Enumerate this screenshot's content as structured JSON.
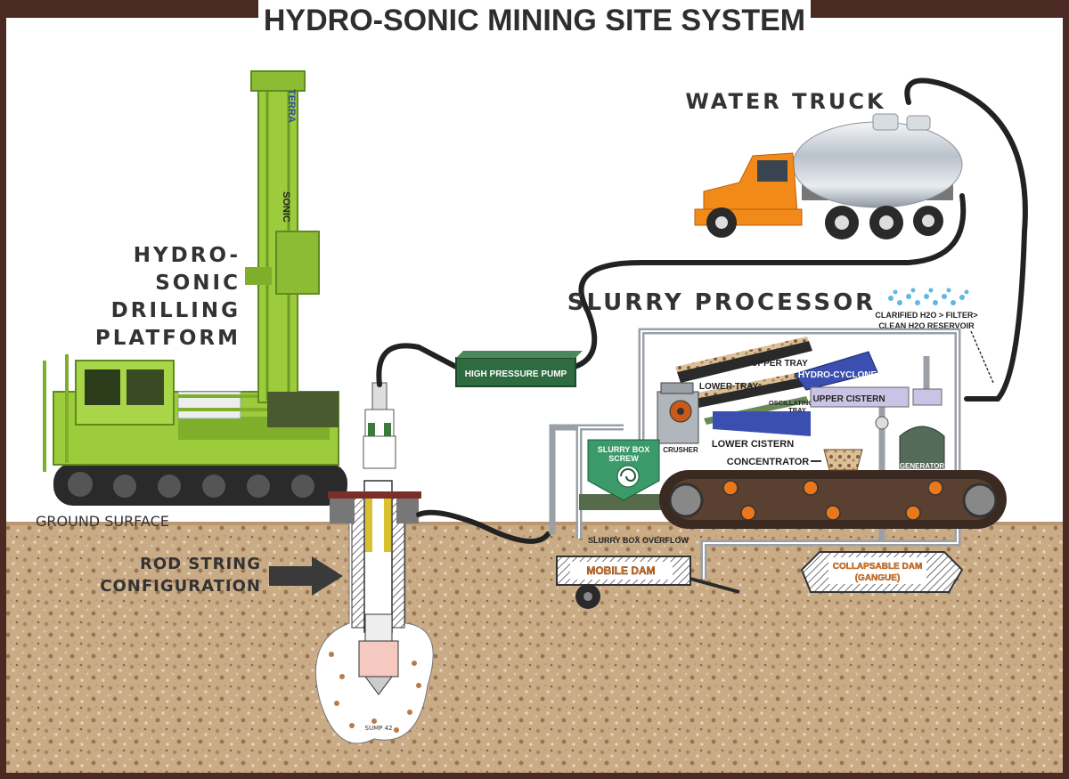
{
  "title": "HYDRO-SONIC MINING SITE SYSTEM",
  "labels": {
    "water_truck": "WATER TRUCK",
    "drilling_platform": [
      "HYDRO-",
      "SONIC",
      "DRILLING",
      "PLATFORM"
    ],
    "slurry_processor": "SLURRY PROCESSOR",
    "ground_surface": "GROUND SURFACE",
    "rod_string": [
      "ROD STRING",
      "CONFIGURATION"
    ],
    "high_pressure_pump": "HIGH PRESSURE PUMP",
    "clarified": [
      "CLARIFIED H2O > FILTER>",
      "CLEAN H2O RESERVOIR"
    ],
    "upper_tray": "UPPER TRAY",
    "lower_tray": "LOWER TRAY",
    "hydro_cyclone": "HYDRO-CYCLONE",
    "oscillating_tray": [
      "OSCILLATING",
      "TRAY"
    ],
    "upper_cistern": "UPPER CISTERN",
    "slurry_box_screw": [
      "SLURRY BOX",
      "SCREW"
    ],
    "crusher": "CRUSHER",
    "lower_cistern": "LOWER CISTERN",
    "concentrator": "CONCENTRATOR",
    "generator": "GENERATOR",
    "slurry_box_overflow": "SLURRY BOX OVERFLOW",
    "mobile_dam": "MOBILE DAM",
    "collapsable_dam": [
      "COLLAPSABLE DAM",
      "(GANGUE)"
    ],
    "sump": "SUMP 42"
  },
  "mast_text": {
    "terra": "TERRA",
    "sonic": "SONIC"
  },
  "colors": {
    "frame": "#4a2a22",
    "sky": "#ffffff",
    "ground": "#c9ab86",
    "title": "#2e2e2e",
    "label": "#333333",
    "pipe": "#222222",
    "pump_green": "#2f6b40",
    "drill_green": "#9ccc3c",
    "truck_orange": "#f28a1a",
    "tank_silver": "#c8ced6",
    "track": "#3a2a22",
    "roller_orange": "#e8781a",
    "dam_label": "#e8781a",
    "tray_blue": "#3a4fb0",
    "cistern_lavender": "#c9c4e6",
    "spray_blue": "#5fb8e0"
  },
  "icons": [
    "drill-rig-icon",
    "water-truck-icon",
    "pump-box-icon",
    "rod-string-arrow-icon",
    "water-spray-icon",
    "generator-icon",
    "crusher-icon",
    "screw-icon"
  ]
}
